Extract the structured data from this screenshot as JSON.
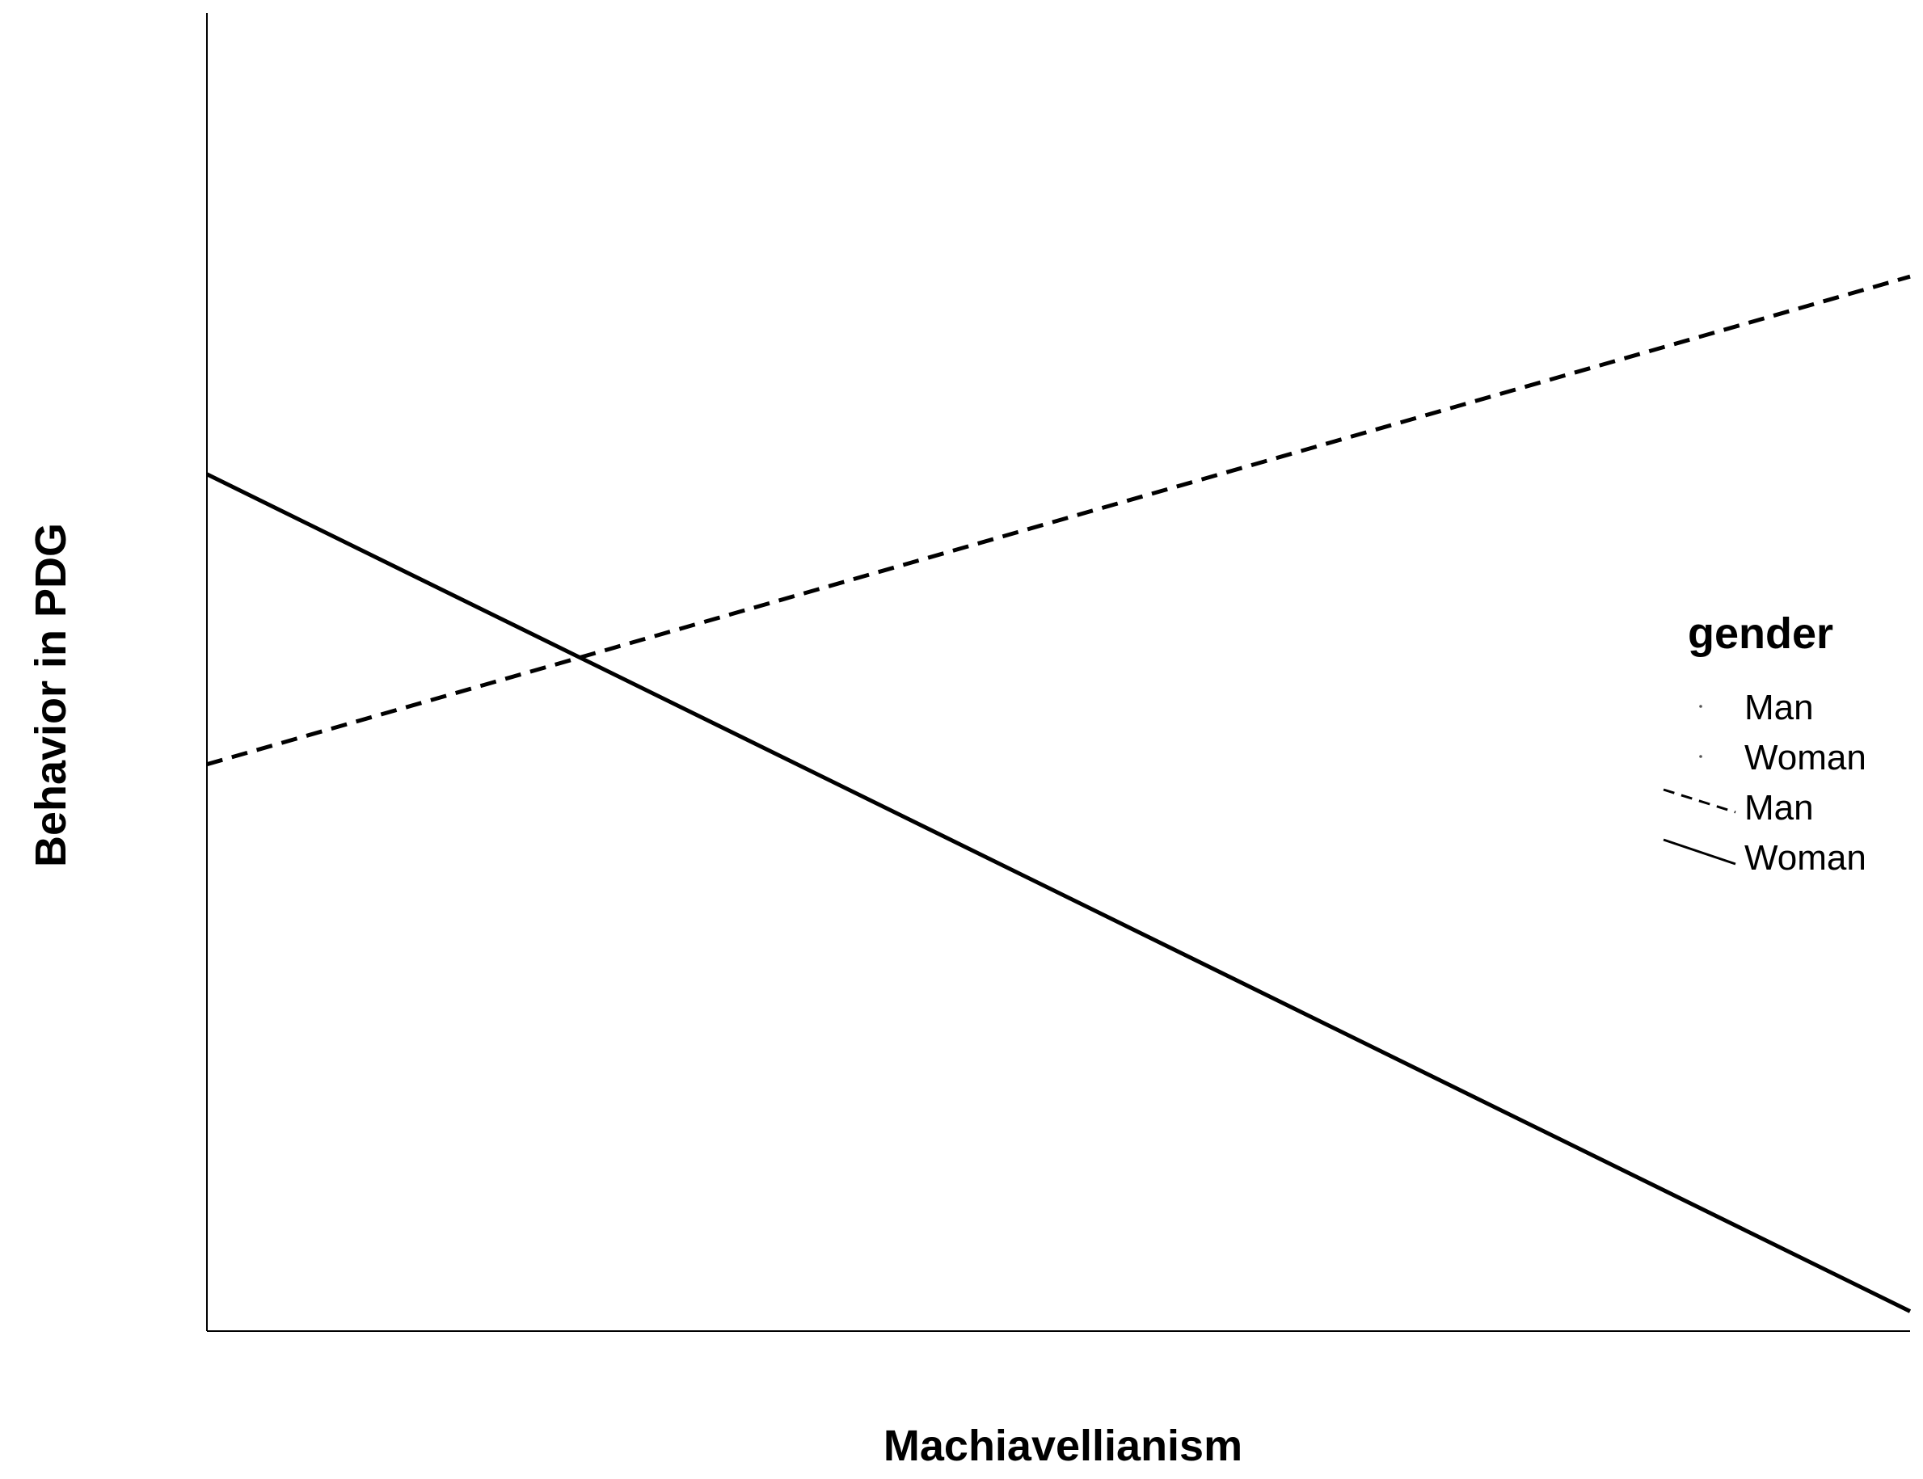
{
  "chart_data": {
    "type": "line",
    "title": "",
    "xlabel": "Machiavellianism",
    "ylabel": "Behavior in PDG",
    "xlim": [
      0,
      1
    ],
    "ylim": [
      0,
      1
    ],
    "grid": false,
    "x": [
      0,
      1
    ],
    "series": [
      {
        "name": "Man",
        "style": "dashed",
        "color": "#000000",
        "values": [
          0.43,
          0.8
        ]
      },
      {
        "name": "Woman",
        "style": "solid",
        "color": "#000000",
        "values": [
          0.65,
          0.015
        ]
      }
    ],
    "legend": {
      "title": "gender",
      "position": "right",
      "entries": [
        {
          "label": "Man",
          "marker": "point"
        },
        {
          "label": "Woman",
          "marker": "point"
        },
        {
          "label": "Man",
          "marker": "dashed-line"
        },
        {
          "label": "Woman",
          "marker": "solid-line"
        }
      ]
    }
  }
}
